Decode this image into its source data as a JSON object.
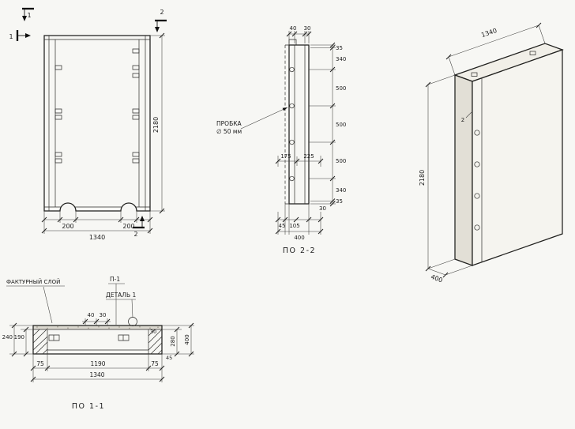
{
  "front_view": {
    "cut1_label": "1",
    "cut2_top_label": "2",
    "cut2_bottom_label": "2",
    "dim_notch_left": "200",
    "dim_notch_right": "200",
    "dim_width": "1340",
    "dim_height": "2180"
  },
  "section22": {
    "caption": "ПО 2-2",
    "plug_note_line1": "ПРОБКА",
    "plug_note_line2": "∅ 50 мм",
    "dim_top_40": "40",
    "dim_top_30": "30",
    "chain": [
      "35",
      "340",
      "500",
      "500",
      "500",
      "340",
      "35",
      "30"
    ],
    "dim_175": "175",
    "dim_225": "225",
    "dim_45": "45",
    "dim_105": "105",
    "dim_400": "400"
  },
  "iso": {
    "dim_width": "1340",
    "dim_height": "2180",
    "dim_depth": "400",
    "callout": "2"
  },
  "section11": {
    "caption": "ПО 1-1",
    "label_textured_layer": "ФАКТУРНЫЙ СЛОЙ",
    "label_p1": "П-1",
    "label_detail": "ДЕТАЛЬ 1",
    "dim_240": "240",
    "dim_190": "190",
    "dim_40": "40",
    "dim_30_top": "30",
    "dim_30_right": "30",
    "dim_280": "280",
    "dim_45": "45",
    "dim_400": "400",
    "dim_75_left": "75",
    "dim_1190": "1190",
    "dim_75_right": "75",
    "dim_width": "1340"
  }
}
